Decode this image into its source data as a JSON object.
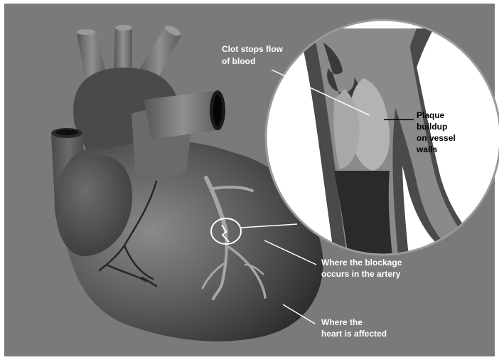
{
  "labels": {
    "clot": [
      "Clot stops flow",
      "of blood"
    ],
    "plaque": [
      "Plaque",
      "buildup",
      "on vessel",
      "walls"
    ],
    "blockage": [
      "Where the blockage",
      "occurs in the artery"
    ],
    "affected": [
      "Where the",
      "heart is affected"
    ]
  },
  "colors": {
    "background": "#7a7a7a",
    "heart_dark": "#3c3c3c",
    "heart_mid": "#5e5e5e",
    "artery_light": "#a6a6a6",
    "label_text": "#ffffff",
    "inset_label_text": "#000000"
  }
}
